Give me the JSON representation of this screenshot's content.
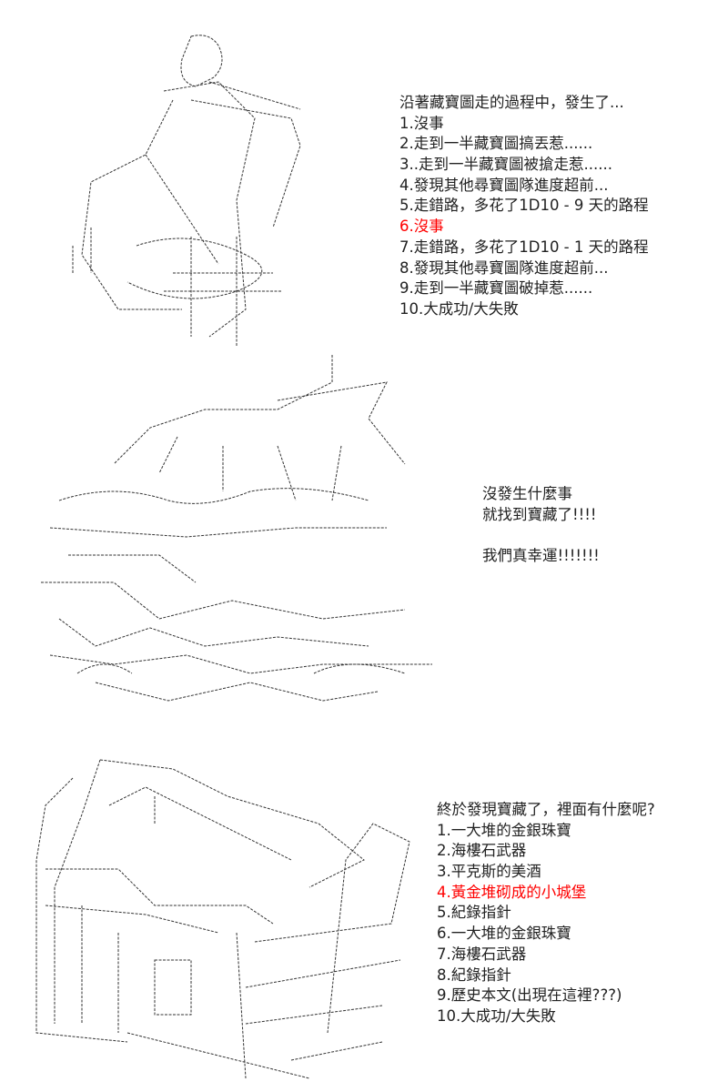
{
  "panel1": {
    "heading": "沿著藏寶圖走的過程中，發生了...",
    "items": [
      "1.沒事",
      "2.走到一半藏寶圖搞丟惹......",
      "3..走到一半藏寶圖被搶走惹......",
      "4.發現其他尋寶圖隊進度超前...",
      "5.走錯路，多花了1D10 - 9  天的路程",
      "6.沒事",
      "7.走錯路，多花了1D10 - 1  天的路程",
      "8.發現其他尋寶圖隊進度超前...",
      "9.走到一半藏寶圖破掉惹......",
      "10.大成功/大失敗"
    ],
    "highlight_index": 5
  },
  "panel2": {
    "lines": [
      "沒發生什麼事",
      "就找到寶藏了!!!!",
      "",
      "我們真幸運!!!!!!!"
    ]
  },
  "panel3": {
    "heading": "終於發現寶藏了，裡面有什麼呢?",
    "items": [
      "1.一大堆的金銀珠寶",
      "2.海樓石武器",
      "3.平克斯的美酒",
      "4.黃金堆砌成的小城堡",
      "5.紀錄指針",
      "6.一大堆的金銀珠寶",
      "7.海樓石武器",
      "8.紀錄指針",
      "9.歷史本文(出現在這裡???)",
      "10.大成功/大失敗"
    ],
    "highlight_index": 3
  },
  "colors": {
    "highlight": "#ff0000",
    "text": "#222222"
  }
}
